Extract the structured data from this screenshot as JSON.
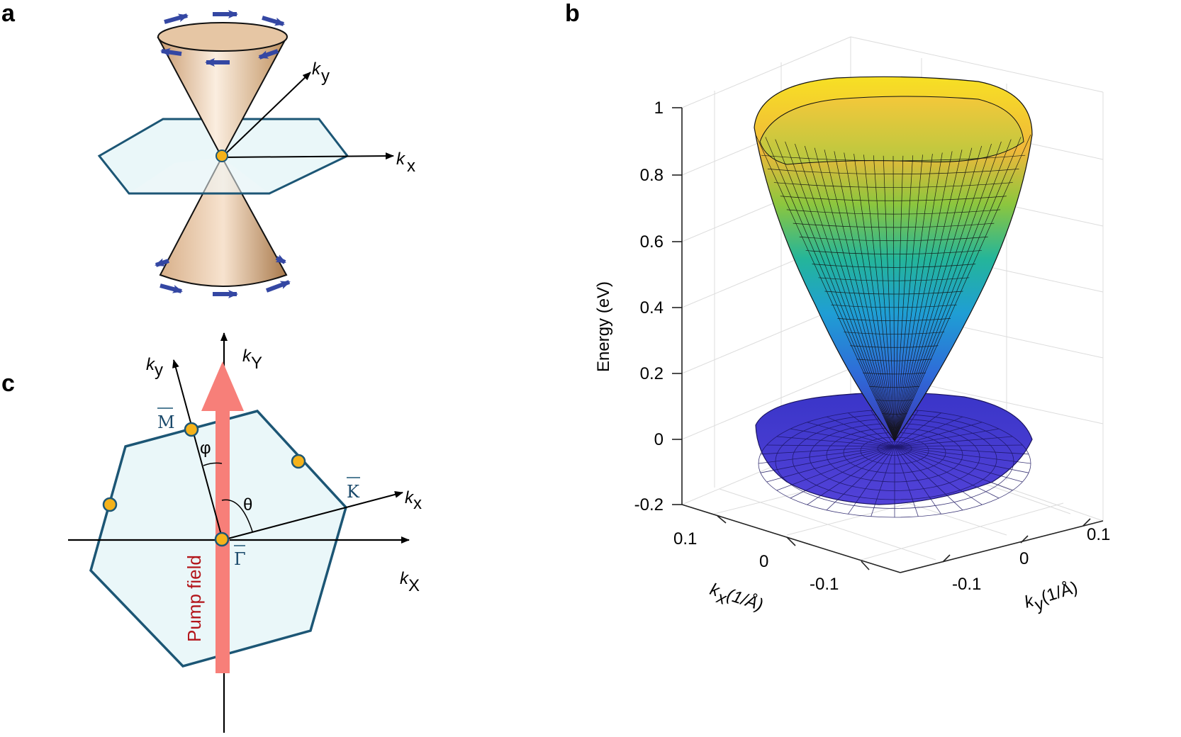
{
  "panels": {
    "a": {
      "label": "a",
      "axis_x_label": "k",
      "axis_x_sub": "x",
      "axis_y_label": "k",
      "axis_y_sub": "y"
    },
    "b": {
      "label": "b",
      "ylabel": "Energy (eV)",
      "zticks": [
        "1",
        "0.8",
        "0.6",
        "0.4",
        "0.2",
        "0",
        "-0.2"
      ],
      "kx_ticks": [
        "0.1",
        "0",
        "-0.1"
      ],
      "ky_ticks": [
        "-0.1",
        "0",
        "0.1"
      ],
      "kx_label": "k",
      "kx_sub": "x",
      "kx_unit": "(1/Å)",
      "ky_label": "k",
      "ky_sub": "y",
      "ky_unit": "(1/Å)"
    },
    "c": {
      "label": "c",
      "ky_label": "k",
      "ky_sub": "y",
      "kY_label": "k",
      "kY_sub": "Y",
      "kx_label": "k",
      "kx_sub": "x",
      "kX_label": "k",
      "kX_sub": "X",
      "point_M": "M",
      "point_K": "K",
      "point_Gamma": "Γ",
      "angle_phi": "φ",
      "angle_theta": "θ",
      "pump_label": "Pump field"
    }
  },
  "colors": {
    "zone_fill": "#eaf7f9",
    "zone_stroke": "#1c5675",
    "cone_fill": "#e8c6a3",
    "spin_arrow": "#3447a3",
    "dirac_point": "#f5b21a",
    "pump_arrow": "#f77f79",
    "pump_text": "#b3151a"
  },
  "chart_data": {
    "type": "surface",
    "zlabel": "Energy (eV)",
    "xlabel": "kx(1/Å)",
    "ylabel": "ky(1/Å)",
    "zlim": [
      -0.2,
      1.0
    ],
    "xlim": [
      -0.15,
      0.15
    ],
    "ylim": [
      -0.15,
      0.15
    ],
    "ztick_values": [
      -0.2,
      0,
      0.2,
      0.4,
      0.6,
      0.8,
      1.0
    ],
    "upper_band_max": 1.0,
    "lower_band_min": -0.2,
    "dirac_point_energy": 0.0,
    "colormap": "parula"
  }
}
